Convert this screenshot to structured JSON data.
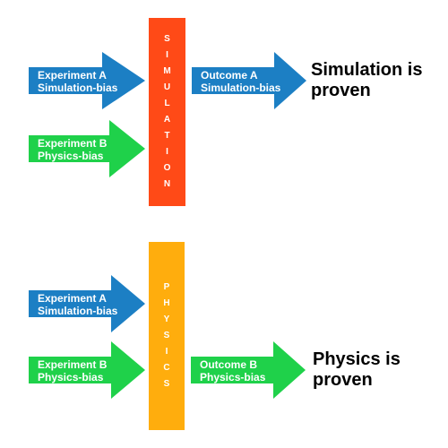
{
  "colors": {
    "simulation_arrow": "#1c7fc4",
    "physics_arrow": "#1fd14a",
    "simulation_bar": "#ff4a17",
    "physics_bar": "#ffad0d",
    "label_text": "#ffffff"
  },
  "top_group": {
    "input_a": [
      "Experiment A",
      "Simulation-bias"
    ],
    "input_b": [
      "Experiment B",
      "Physics-bias"
    ],
    "bar_label": "SIMULATION",
    "output": [
      "Outcome A",
      "Simulation-bias"
    ],
    "conclusion": [
      "Simulation is",
      "proven"
    ]
  },
  "bottom_group": {
    "input_a": [
      "Experiment A",
      "Simulation-bias"
    ],
    "input_b": [
      "Experiment B",
      "Physics-bias"
    ],
    "bar_label": "PHYSICS",
    "output": [
      "Outcome B",
      "Physics-bias"
    ],
    "conclusion": [
      "Physics is",
      "proven"
    ]
  }
}
